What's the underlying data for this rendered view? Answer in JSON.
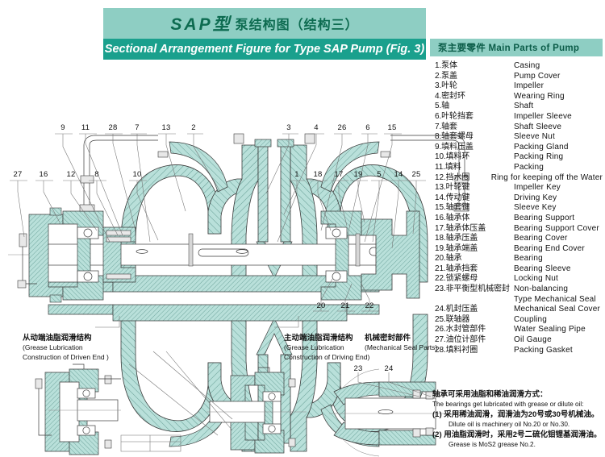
{
  "title": {
    "cn_main": "SAP型",
    "cn_sub": "泵结构图（结构三）",
    "en": "Sectional Arrangement Figure  for  Type SAP Pump (Fig. 3)"
  },
  "parts_panel": {
    "header": "泵主要零件 Main Parts of Pump",
    "items": [
      {
        "cn": "1.泵体",
        "en": "Casing"
      },
      {
        "cn": "2.泵盖",
        "en": "Pump Cover"
      },
      {
        "cn": "3.叶轮",
        "en": "Impeller"
      },
      {
        "cn": "4.密封环",
        "en": "Wearing Ring"
      },
      {
        "cn": "5.轴",
        "en": "Shaft"
      },
      {
        "cn": "6.叶轮挡套",
        "en": "Impeller Sleeve"
      },
      {
        "cn": "7.轴套",
        "en": "Shaft Sleeve"
      },
      {
        "cn": "8.轴套螺母",
        "en": "Sleeve Nut"
      },
      {
        "cn": "9.填料压盖",
        "en": "Packing Gland"
      },
      {
        "cn": "10.填料环",
        "en": "Packing Ring"
      },
      {
        "cn": "11.填料",
        "en": "Packing"
      },
      {
        "cn": "12.挡水圈",
        "en": "Ring for keeping off the Water"
      },
      {
        "cn": "13.叶轮键",
        "en": "Impeller Key"
      },
      {
        "cn": "14.传动键",
        "en": "Driving Key"
      },
      {
        "cn": "15.轴套键",
        "en": "Sleeve Key"
      },
      {
        "cn": "16.轴承体",
        "en": "Bearing Support"
      },
      {
        "cn": "17.轴承体压盖",
        "en": "Bearing Support Cover"
      },
      {
        "cn": "18.轴承压盖",
        "en": "Bearing Cover"
      },
      {
        "cn": "19.轴承端盖",
        "en": "Bearing End Cover"
      },
      {
        "cn": "20.轴承",
        "en": "Bearing"
      },
      {
        "cn": "21.轴承挡套",
        "en": "Bearing Sleeve"
      },
      {
        "cn": "22.锁紧螺母",
        "en": "Locking Nut"
      },
      {
        "cn": "23.非平衡型机械密封",
        "en": "Non-balancing"
      },
      {
        "cn": "",
        "en": "Type Mechanical Seal",
        "cont": true
      },
      {
        "cn": "24.机封压盖",
        "en": "Mechanical Seal Cover"
      },
      {
        "cn": "25.联轴器",
        "en": "Coupling"
      },
      {
        "cn": "26.水封管部件",
        "en": "Water Sealing Pipe"
      },
      {
        "cn": "27.油位计部件",
        "en": "Oil Gauge"
      },
      {
        "cn": "28.填料衬圈",
        "en": "Packing Gasket"
      }
    ]
  },
  "notes": {
    "line1_cn": "轴承可采用油脂和稀油润滑方式：",
    "line1_en": "The bearings get lubricated with grease or dilute oil:",
    "item1_cn": "(1) 采用稀油润滑，润滑油为20号或30号机械油。",
    "item1_en": "Dilute oil is machinery oil No.20 or No.30.",
    "item2_cn": "(2) 用油脂润滑时，采用2号二硫化钼锂基润滑油。",
    "item2_en": "Grease is MoS2 grease No.2."
  },
  "annotations": {
    "driven_end": {
      "cn": "从动端油脂润滑结构",
      "en1": "(Grease Lubrication",
      "en2": "Construction of Driven End )"
    },
    "driving_end": {
      "cn": "主动端油脂润滑结构",
      "en1": "(Grease Lubrication",
      "en2": "Construction of Driving End)"
    },
    "mech_seal": {
      "cn": "机械密封部件",
      "en1": "(Mechanical Seal Parts)",
      "en2": ""
    }
  },
  "callouts": {
    "top_row": [
      "9",
      "11",
      "28",
      "7",
      "13",
      "2",
      "3",
      "4",
      "26",
      "6",
      "15"
    ],
    "left_row": [
      "27",
      "16",
      "12",
      "8",
      "10"
    ],
    "right_row": [
      "1",
      "18",
      "17",
      "19",
      "5",
      "14",
      "25"
    ],
    "bottom_row": [
      "20",
      "21",
      "22"
    ],
    "detail_row": [
      "23",
      "24"
    ]
  },
  "colors": {
    "band_light": "#8ecec3",
    "band_dark": "#1aa08d",
    "title_text": "#0d6b50",
    "section_fill": "#b9e0da",
    "line": "#3a3a3a"
  }
}
